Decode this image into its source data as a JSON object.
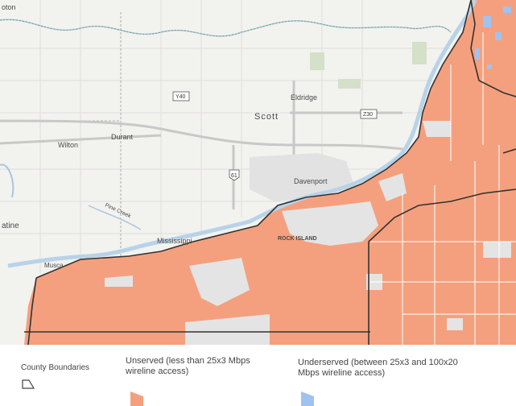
{
  "map": {
    "places": {
      "eldridge": "Eldridge",
      "scott": "Scott",
      "durant": "Durant",
      "wilton": "Wilton",
      "davenport": "Davenport",
      "rock_island": "ROCK ISLAND",
      "mississippi": "Mississippi",
      "pine_creek": "Pine Creek",
      "muscatine_partial": "Musca",
      "tipton_partial": "oton",
      "county_partial": "atine"
    },
    "shields": {
      "y40": "Y40",
      "z30": "Z30",
      "us61": "61"
    },
    "colors": {
      "unserved": "#f4a07e",
      "underserved": "#9fc2f0",
      "county_boundary": "#333333",
      "base": "#f2f2ef",
      "water": "#b8d3e8"
    }
  },
  "legend": {
    "county_boundaries": "County Boundaries",
    "unserved": "Unserved (less than 25x3 Mbps wireline access)",
    "underserved": "Underserved (between 25x3 and 100x20 Mbps wireline access)"
  }
}
